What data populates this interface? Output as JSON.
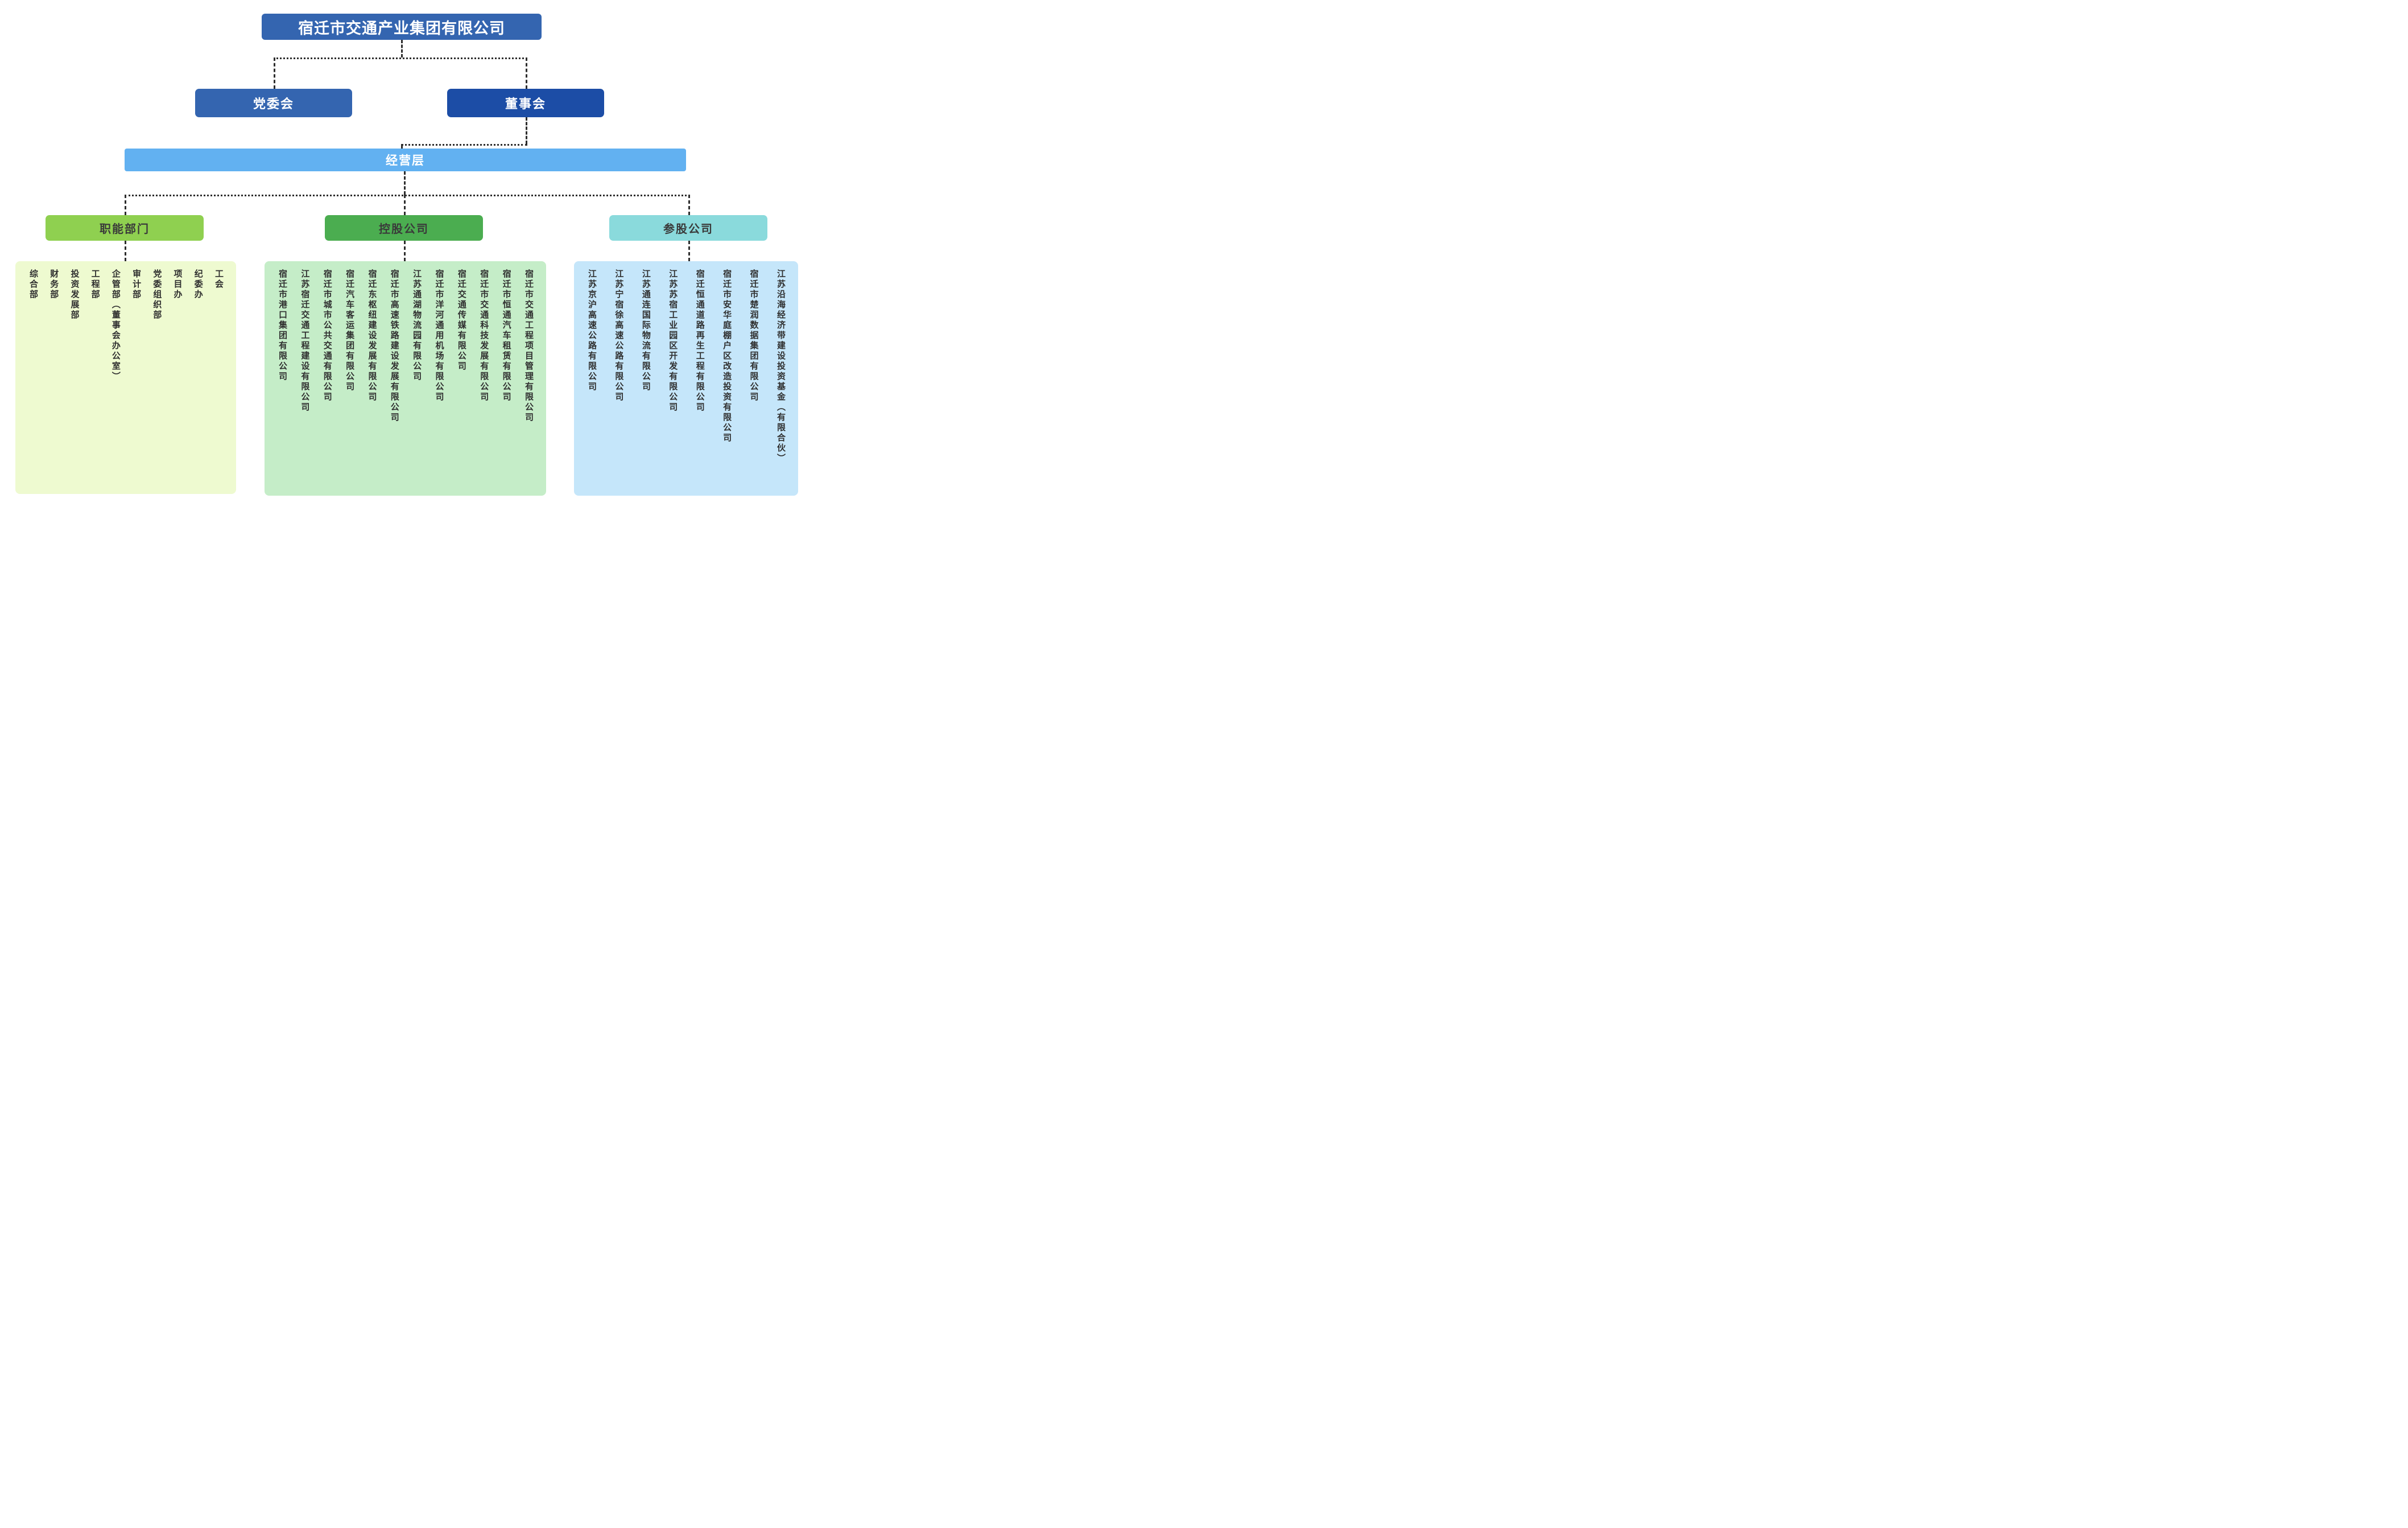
{
  "title": "宿迁市交通产业集团有限公司",
  "level2": {
    "party": "党委会",
    "board": "董事会"
  },
  "level3": {
    "management": "经营层"
  },
  "groups": [
    {
      "header": "职能部门",
      "items": [
        "综合部",
        "财务部",
        "投资发展部",
        "工程部",
        "企管部（董事会办公室）",
        "审计部",
        "党委组织部",
        "项目办",
        "纪委办",
        "工会"
      ]
    },
    {
      "header": "控股公司",
      "items": [
        "宿迁市港口集团有限公司",
        "江苏宿迁交通工程建设有限公司",
        "宿迁市城市公共交通有限公司",
        "宿迁汽车客运集团有限公司",
        "宿迁东枢纽建设发展有限公司",
        "宿迁市高速铁路建设发展有限公司",
        "江苏通湖物流园有限公司",
        "宿迁市洋河通用机场有限公司",
        "宿迁交通传媒有限公司",
        "宿迁市交通科技发展有限公司",
        "宿迁市恒通汽车租赁有限公司",
        "宿迁市交通工程项目管理有限公司"
      ]
    },
    {
      "header": "参股公司",
      "items": [
        "江苏京沪高速公路有限公司",
        "江苏宁宿徐高速公路有限公司",
        "江苏通连国际物流有限公司",
        "江苏苏宿工业园区开发有限公司",
        "宿迁恒通道路再生工程有限公司",
        "宿迁市安华庭棚户区改造投资有限公司",
        "宿迁市楚润数据集团有限公司",
        "江苏沿海经济带建设投资基金（有限合伙）"
      ]
    }
  ],
  "colors": {
    "root_box": "#3465b0",
    "party_box": "#3465b0",
    "board_box": "#1c4da6",
    "management_bar": "#62b1f1",
    "functional_header": "#8fd050",
    "holding_header": "#4bad50",
    "equity_header": "#8adadc",
    "functional_panel_bg": "#eefad0",
    "holding_panel_bg": "#c5edc8",
    "equity_panel_bg": "#c5e6fa",
    "connector": "#2d2d2d"
  }
}
